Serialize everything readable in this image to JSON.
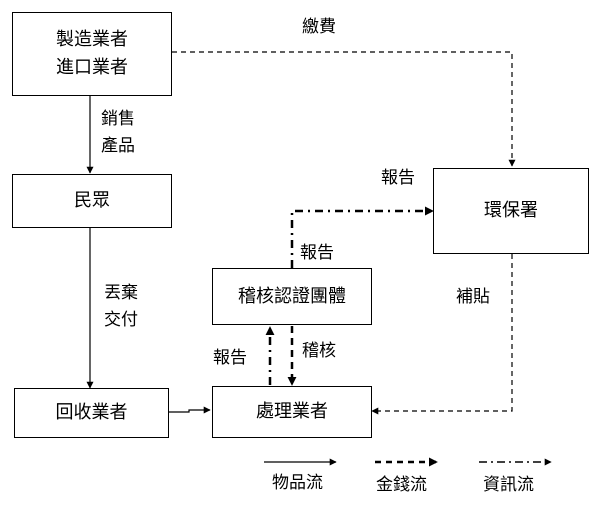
{
  "nodes": {
    "manufacturer": {
      "line1": "製造業者",
      "line2": "進口業者"
    },
    "public": "民眾",
    "collector": "回收業者",
    "epa": "環保署",
    "audit_team": "稽核認證團體",
    "processor": "處理業者"
  },
  "edges": {
    "fee": "繳費",
    "sell_1": "銷售",
    "sell_2": "產品",
    "discard_1": "丟棄",
    "discard_2": "交付",
    "report_team_epa": "報告",
    "report_proc_team": "報告",
    "audit": "稽核",
    "subsidy": "補貼"
  },
  "legend": {
    "goods": "物品流",
    "money": "金錢流",
    "info": "資訊流"
  }
}
